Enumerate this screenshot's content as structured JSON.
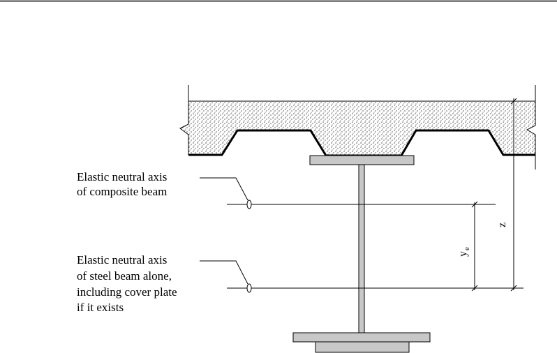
{
  "labels": {
    "composite_axis": [
      "Elastic neutral axis",
      "of composite beam"
    ],
    "steel_axis": [
      "Elastic neutral axis",
      "of steel beam alone,",
      "including cover plate",
      "if it exists"
    ]
  },
  "dimensions": {
    "ye_main": "y",
    "ye_sub": "e",
    "z": "z"
  },
  "colors": {
    "line": "#000000",
    "steel": "#c8c8c8",
    "concrete_bg": "#ffffff",
    "stipple": "#000000"
  }
}
